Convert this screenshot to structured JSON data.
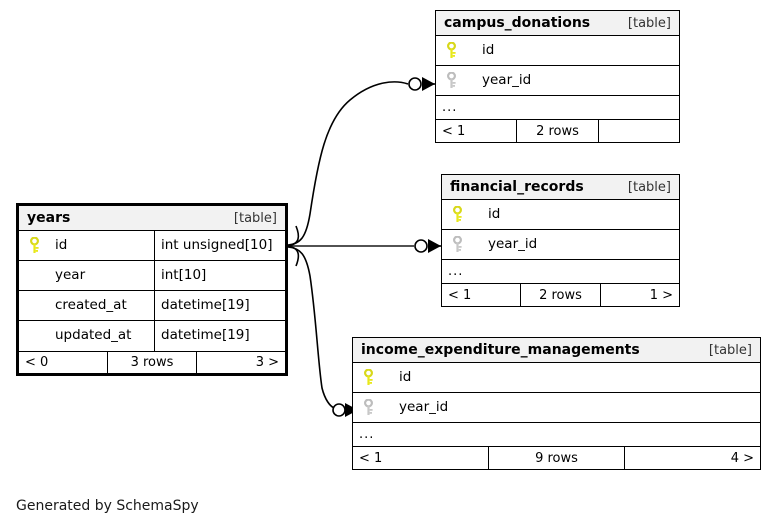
{
  "diagram": {
    "generator_caption": "Generated by SchemaSpy",
    "kind_label": "[table]",
    "ellipsis": "...",
    "icons": {
      "primary_key": "key-icon",
      "foreign_key": "key-icon"
    },
    "colors": {
      "primary_key": "#e8e81c",
      "foreign_key": "#c0c0c0",
      "border": "#000000",
      "header_fill": "#f2f2f2",
      "background": "#ffffff",
      "edge": "#000000"
    }
  },
  "tables": [
    {
      "id": "years",
      "name": "years",
      "kind": "[table]",
      "focal": true,
      "shows_types": true,
      "columns": [
        {
          "name": "id",
          "type": "int unsigned[10]",
          "key": "primary"
        },
        {
          "name": "year",
          "type": "int[10]",
          "key": "none"
        },
        {
          "name": "created_at",
          "type": "datetime[19]",
          "key": "none"
        },
        {
          "name": "updated_at",
          "type": "datetime[19]",
          "key": "none"
        }
      ],
      "has_ellipsis": false,
      "footer": {
        "left": "< 0",
        "center": "3 rows",
        "right": "3 >"
      }
    },
    {
      "id": "campus_donations",
      "name": "campus_donations",
      "kind": "[table]",
      "focal": false,
      "shows_types": false,
      "columns": [
        {
          "name": "id",
          "type": "",
          "key": "primary"
        },
        {
          "name": "year_id",
          "type": "",
          "key": "foreign"
        }
      ],
      "has_ellipsis": true,
      "footer": {
        "left": "< 1",
        "center": "2 rows",
        "right": ""
      }
    },
    {
      "id": "financial_records",
      "name": "financial_records",
      "kind": "[table]",
      "focal": false,
      "shows_types": false,
      "columns": [
        {
          "name": "id",
          "type": "",
          "key": "primary"
        },
        {
          "name": "year_id",
          "type": "",
          "key": "foreign"
        }
      ],
      "has_ellipsis": true,
      "footer": {
        "left": "< 1",
        "center": "2 rows",
        "right": "1 >"
      }
    },
    {
      "id": "income_expenditure_managements",
      "name": "income_expenditure_managements",
      "kind": "[table]",
      "focal": false,
      "shows_types": false,
      "columns": [
        {
          "name": "id",
          "type": "",
          "key": "primary"
        },
        {
          "name": "year_id",
          "type": "",
          "key": "foreign"
        }
      ],
      "has_ellipsis": true,
      "footer": {
        "left": "< 1",
        "center": "9 rows",
        "right": "4 >"
      }
    }
  ],
  "relationships": [
    {
      "id": "years-campus_donations",
      "from": "years.id",
      "to": "campus_donations.year_id",
      "from_cardinality": "one",
      "to_cardinality": "zero-or-many"
    },
    {
      "id": "years-financial_records",
      "from": "years.id",
      "to": "financial_records.year_id",
      "from_cardinality": "one",
      "to_cardinality": "zero-or-many"
    },
    {
      "id": "years-income_expenditure_managements",
      "from": "years.id",
      "to": "income_expenditure_managements.year_id",
      "from_cardinality": "one",
      "to_cardinality": "zero-or-many"
    }
  ]
}
